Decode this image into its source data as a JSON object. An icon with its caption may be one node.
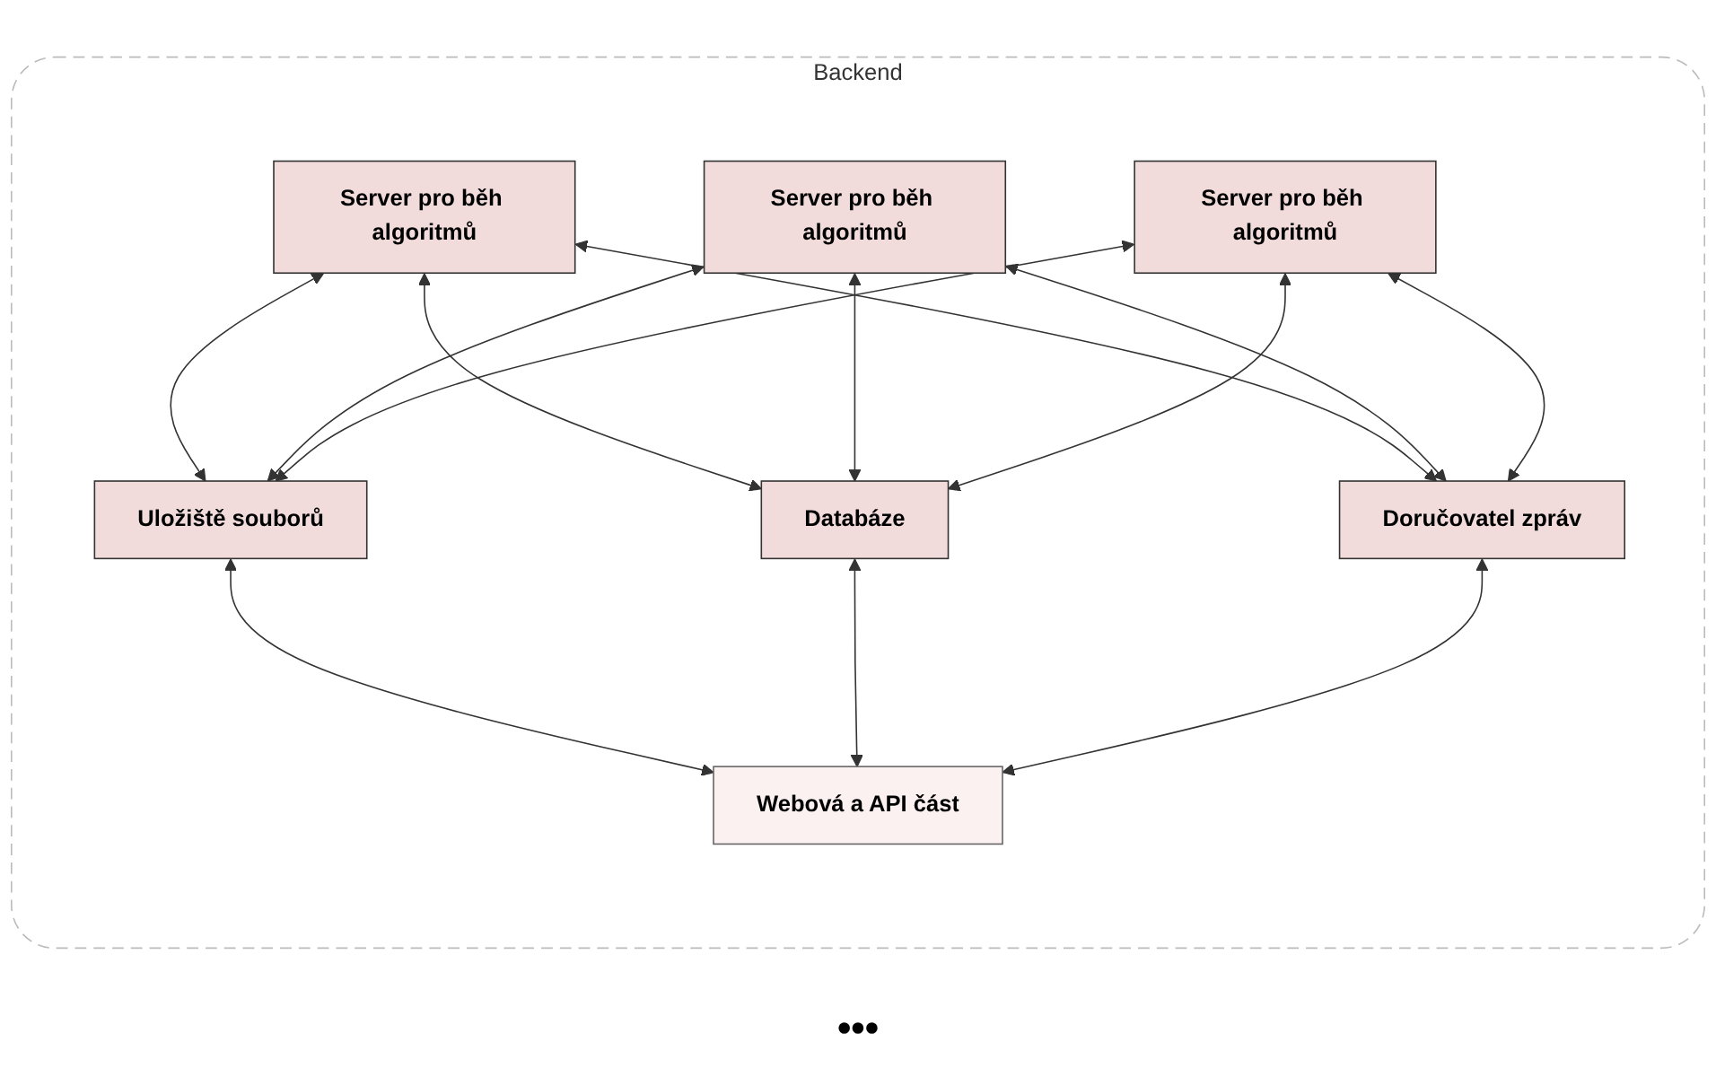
{
  "diagram": {
    "nodes": [
      {
        "text": [
          "Backend"
        ]
      },
      {
        "text": [
          "Server pro běh algoritmů"
        ],
        "in": 0
      },
      {
        "text": [
          "Server pro běh algoritmů"
        ],
        "in": 0
      },
      {
        "text": [
          "Server pro běh algoritmů"
        ],
        "in": 0
      },
      {
        "text": [
          "Uložiště souborů"
        ],
        "in": 0
      },
      {
        "text": [
          "Databáze"
        ],
        "in": 0
      },
      {
        "text": [
          "Doručovatel zpráv"
        ],
        "in": 0
      },
      {
        "text": [
          "Webová a API část"
        ],
        "in": 0
      }
    ],
    "edges": [
      {
        "from": 1,
        "to": 4,
        "arrow": "both"
      },
      {
        "from": 1,
        "to": 5,
        "arrow": "both"
      },
      {
        "from": 1,
        "to": 6,
        "arrow": "both"
      },
      {
        "from": 2,
        "to": 4,
        "arrow": "both"
      },
      {
        "from": 2,
        "to": 5,
        "arrow": "both"
      },
      {
        "from": 2,
        "to": 6,
        "arrow": "both"
      },
      {
        "from": 3,
        "to": 4,
        "arrow": "both"
      },
      {
        "from": 3,
        "to": 5,
        "arrow": "both"
      },
      {
        "from": 3,
        "to": 6,
        "arrow": "both"
      },
      {
        "from": 4,
        "to": 7,
        "arrow": "both"
      },
      {
        "from": 5,
        "to": 7,
        "arrow": "both"
      },
      {
        "from": 6,
        "to": 7,
        "arrow": "both"
      }
    ],
    "labels": [
      "•••"
    ]
  }
}
